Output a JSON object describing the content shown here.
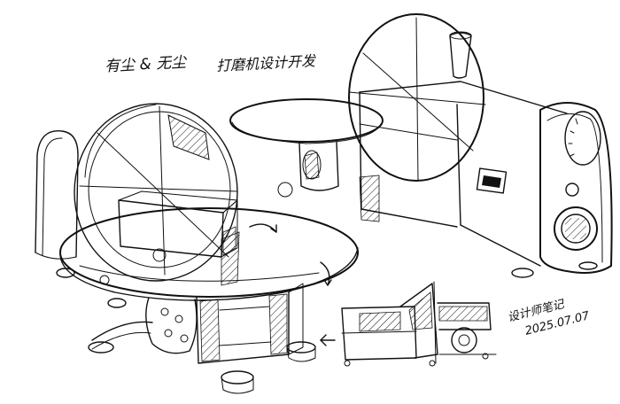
{
  "sketch": {
    "caption": "有尘 & 无尘",
    "caption_sub": "打磨机设计开发",
    "signature": "设计师笔记",
    "date": "2025.07.07",
    "ink_color": "#111111",
    "paper_color": "#ffffff"
  }
}
